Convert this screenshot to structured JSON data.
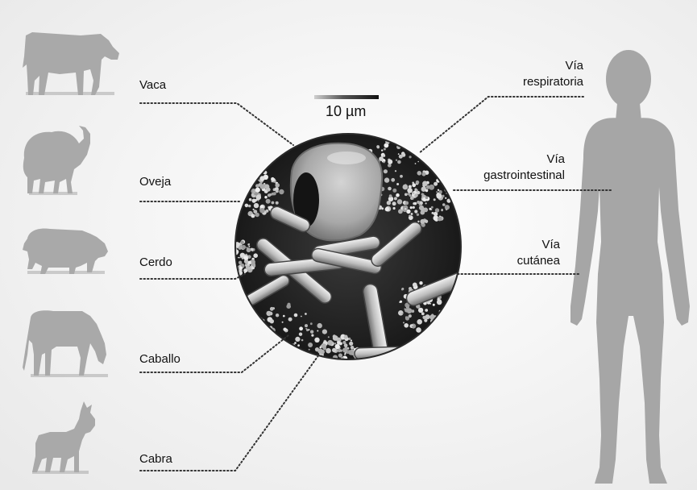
{
  "animals": [
    {
      "icon": "cow-icon",
      "label": "Vaca"
    },
    {
      "icon": "sheep-icon",
      "label": "Oveja"
    },
    {
      "icon": "pig-icon",
      "label": "Cerdo"
    },
    {
      "icon": "horse-icon",
      "label": "Caballo"
    },
    {
      "icon": "goat-icon",
      "label": "Cabra"
    }
  ],
  "routes": [
    {
      "line1": "Vía",
      "line2": "respiratoria"
    },
    {
      "line1": "Vía",
      "line2": "gastrointestinal"
    },
    {
      "line1": "Vía",
      "line2": "cutánea"
    }
  ],
  "scale_bar": {
    "label": "10 µm"
  },
  "micrograph": {
    "icon": "bacteria-micrograph"
  },
  "human": {
    "icon": "human-silhouette-icon"
  },
  "colors": {
    "silhouette": "#a9a9a9",
    "background": "#f4f4f4",
    "dotted_line": "#333333"
  }
}
